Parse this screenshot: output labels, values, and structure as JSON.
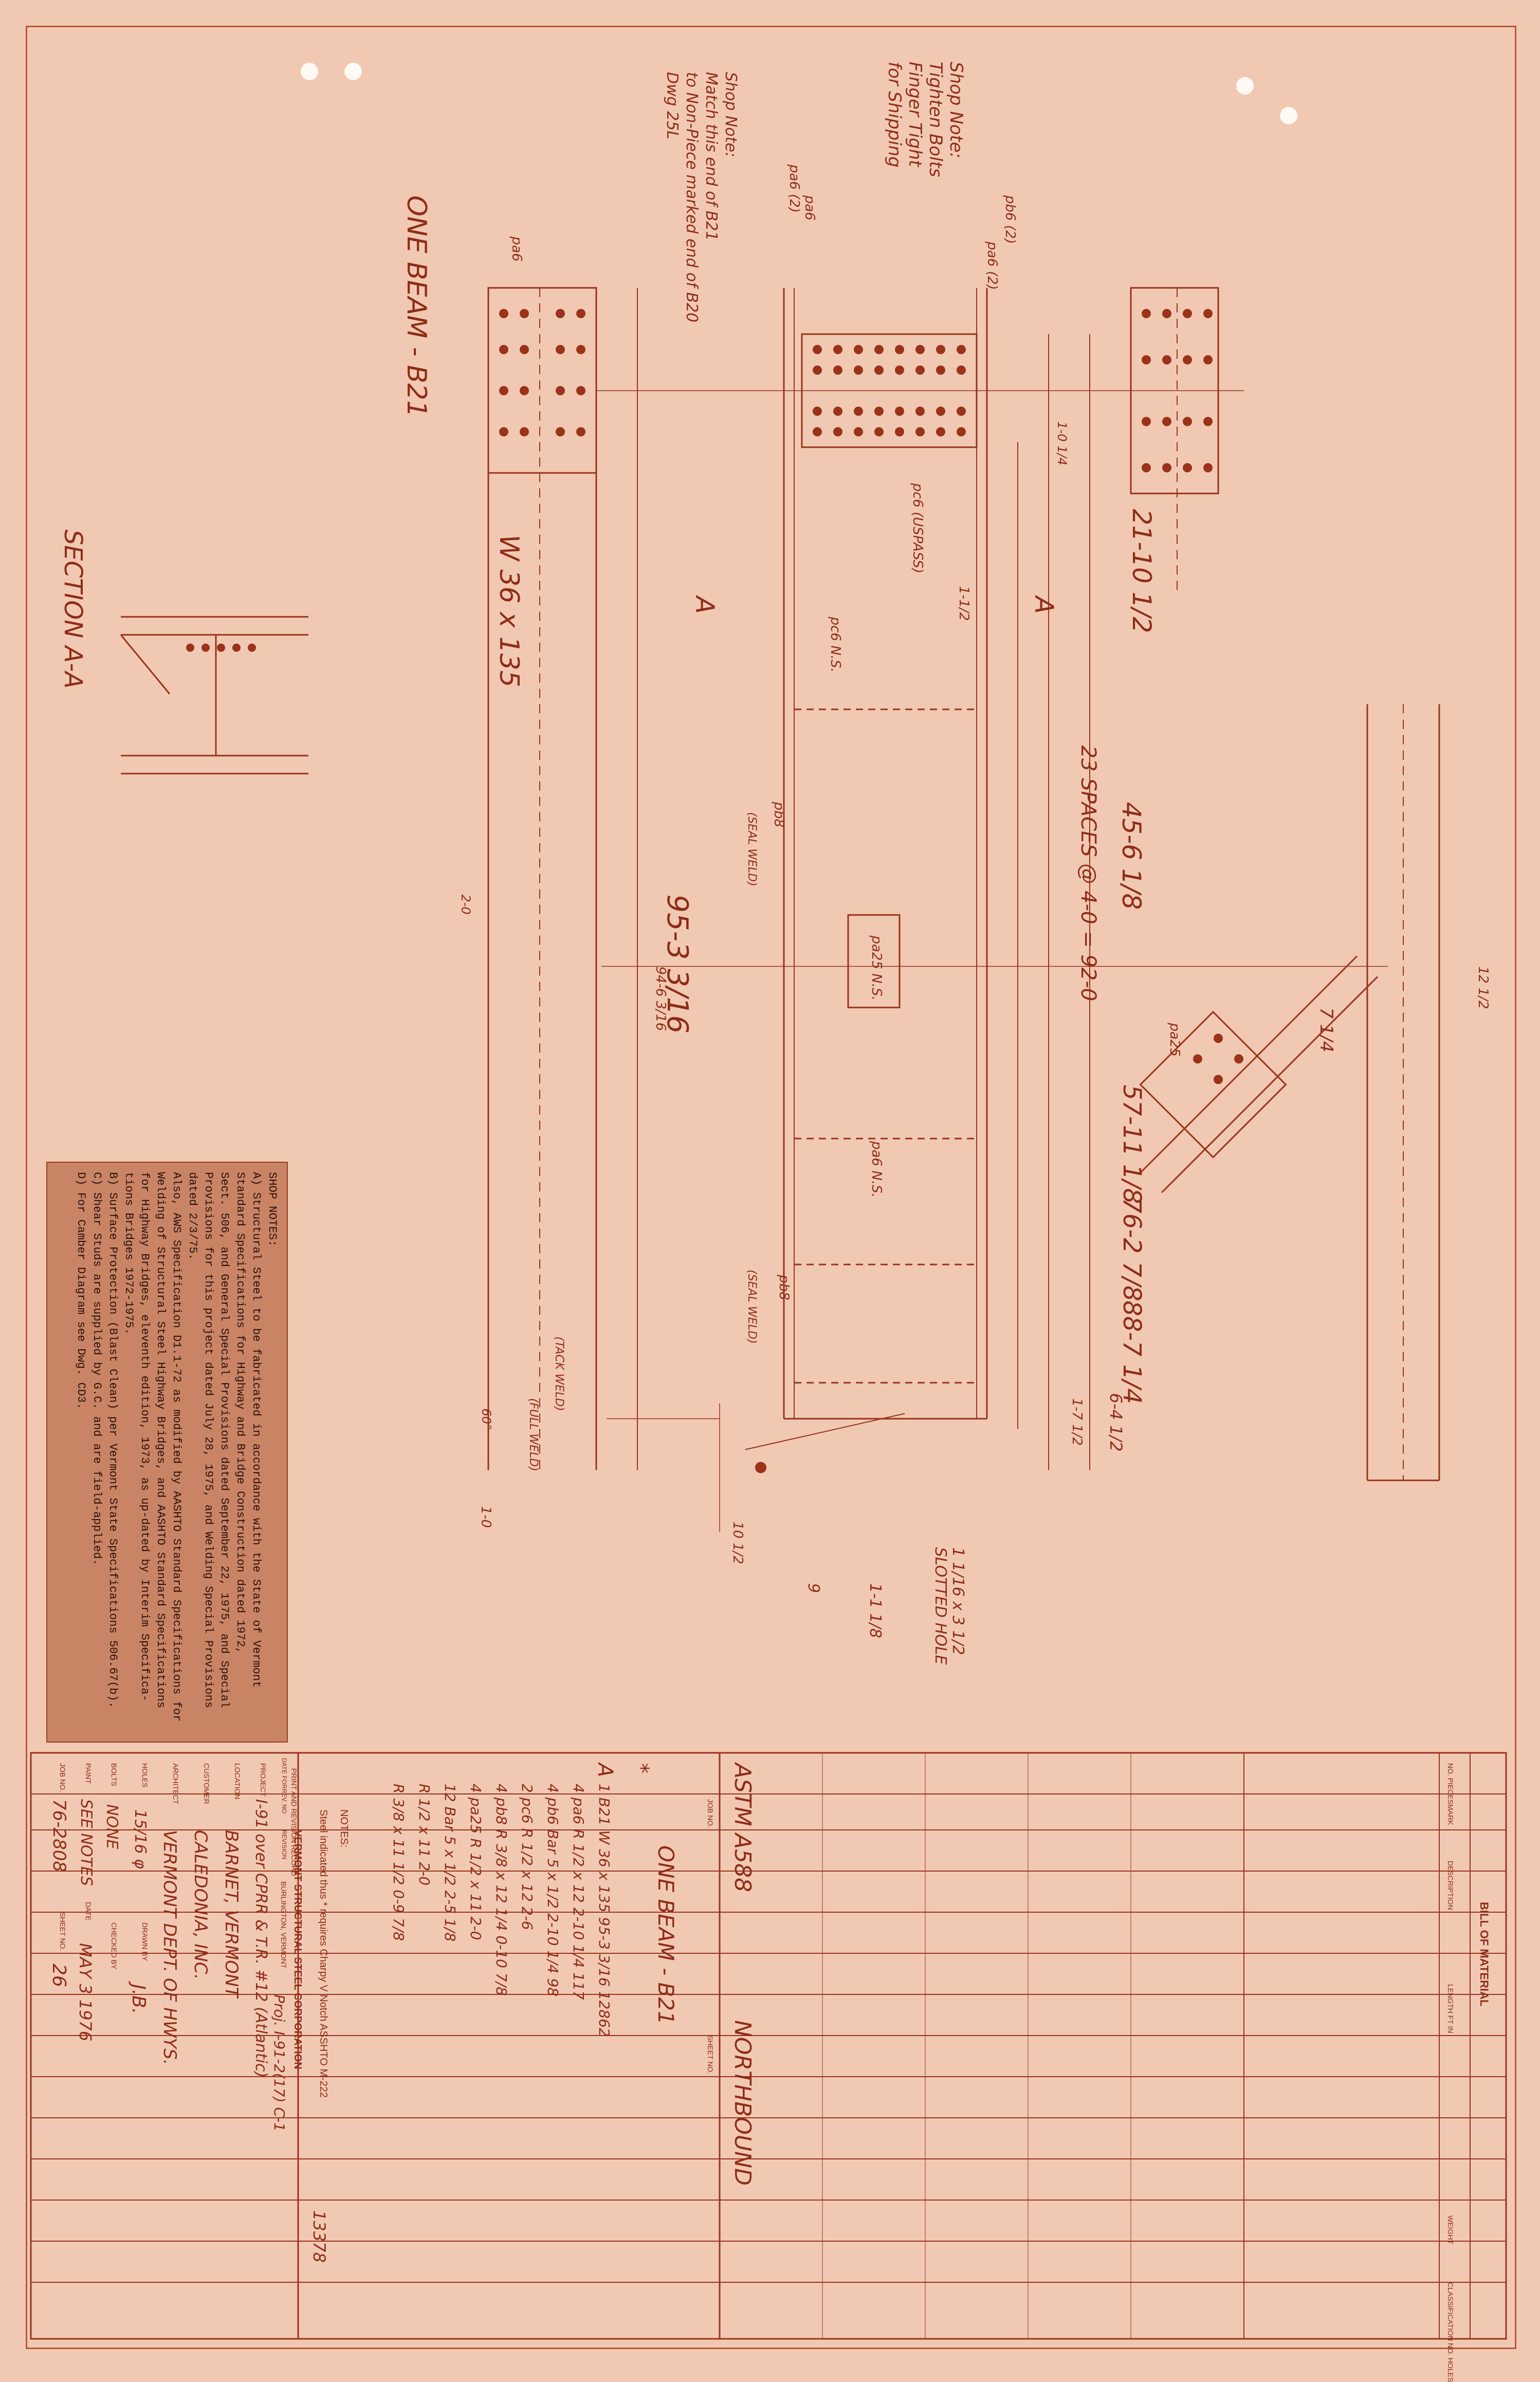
{
  "shop_notes_top": {
    "note1": [
      "Shop Note:",
      "Tighten Bolts",
      "Finger Tight",
      "for Shipping"
    ],
    "note2": [
      "Shop Note:",
      "Match this end of B21",
      "to Non-Piece marked end of B20",
      "Dwg 25L"
    ]
  },
  "member": {
    "title": "ONE BEAM - B21",
    "shape": "W 36 x 135",
    "length": "95-3 3/16",
    "sub_length": "94-6 3/16"
  },
  "section": {
    "label": "SECTION A-A"
  },
  "section_markers": [
    "A",
    "A"
  ],
  "plates": [
    "pa6",
    "pa6 (2)",
    "pb6 (2)",
    "pa6 (2)",
    "pa6",
    "pc6 (USPASS)",
    "pc6 N.S.",
    "pb8",
    "pa25 N.S.",
    "pa6 N.S.",
    "pa25",
    "pb8"
  ],
  "dims": {
    "d1": "1-0 1/4",
    "d2": "21-10 1/2",
    "d3": "45-6 1/8",
    "d4": "23 SPACES @ 4-0 = 92-0",
    "d5": "57-11 1/8",
    "d6": "76-2 7/8",
    "d7": "88-7 1/4",
    "d8": "6-4 1/2",
    "d9": "1-7 1/2",
    "d10": "1-1/2",
    "d11": "9",
    "d12": "1-1 1/8",
    "d13": "1 1/16 x 3 1/2 SLOTTED HOLE",
    "d14": "10 1/2",
    "d15": "1-0",
    "d16": "2-0",
    "d17": "60°",
    "d18": "7 1/4",
    "d19": "12 1/2"
  },
  "weld_notes": [
    "(SEAL WELD)",
    "(SEAL WELD)",
    "(TACK WELD)",
    "(FULL WELD)"
  ],
  "shop_notes_box": {
    "heading": "SHOP NOTES:",
    "lines": [
      "A) Structural Steel to be fabricated in accordance with the State of Vermont",
      "Standard Specifications for Highway and Bridge Construction dated 1972,",
      "Sect. 506, and General Special Provisions dated September 22, 1975, and Special",
      "Provisions for this project dated July 28, 1975, and Welding Special Provisions",
      "dated 2/3/75.",
      "Also, AWS Specification D1.1-72 as modified by AASHTO Standard Specifications for",
      "Welding of Structural Steel Highway Bridges, and AASHTO Standard Specifications",
      "for Highway Bridges, eleventh edition, 1973, as up-dated by Interim Specifica-",
      "tions Bridges 1972-1975.",
      "B) Surface Protection (Blast Clean) per Vermont State Specifications 506.67(b).",
      "C) Shear Studs are supplied by G.C. and are field-applied.",
      "D) For Camber Diagram see Dwg. CD3."
    ]
  },
  "bill": {
    "title": "BILL OF MATERIAL",
    "job_label": "JOB NO.",
    "sheet_label": "SHEET NO.",
    "headers": [
      "NO. PIECES",
      "MARK",
      "DESCRIPTION",
      "LENGTH FT IN",
      "WEIGHT",
      "CLASSIFICATION NO. HOLES"
    ],
    "material": "ASTM A588",
    "direction": "NORTHBOUND",
    "member_line": "ONE BEAM - B21",
    "rows": [
      {
        "no": "1",
        "mark": "B21",
        "desc": "W 36 x 135",
        "len": "95-3 3/16",
        "wt": "12862"
      },
      {
        "no": "4",
        "mark": "pa6",
        "desc": "R 1/2 x 12",
        "len": "2-10 1/4",
        "wt": "117"
      },
      {
        "no": "4",
        "mark": "pb6",
        "desc": "Bar 5 x 1/2",
        "len": "2-10 1/4",
        "wt": "98"
      },
      {
        "no": "2",
        "mark": "pc6",
        "desc": "R 1/2 x 12",
        "len": "2-6",
        "wt": ""
      },
      {
        "no": "4",
        "mark": "pb8",
        "desc": "R 3/8 x 12 1/4",
        "len": "0-10 7/8",
        "wt": ""
      },
      {
        "no": "4",
        "mark": "pa25",
        "desc": "R 1/2 x 11",
        "len": "2-0",
        "wt": ""
      },
      {
        "no": "12",
        "mark": "",
        "desc": "Bar 5 x 1/2",
        "len": "2-5 1/8",
        "wt": ""
      },
      {
        "no": "",
        "mark": "",
        "desc": "R 1/2 x 11",
        "len": "2-0",
        "wt": ""
      },
      {
        "no": "",
        "mark": "",
        "desc": "R 3/8 x 11 1/2",
        "len": "0-9 7/8",
        "wt": ""
      }
    ],
    "total": "13378",
    "marks": [
      "A",
      "*"
    ],
    "steel_note": "Steel indicated thus * requires Charpy V Notch ASSHTO M-222",
    "notes_label": "NOTES:"
  },
  "title_block": {
    "company": "VERMONT STRUCTURAL STEEL CORPORATION",
    "city": "BURLINGTON, VERMONT",
    "project_label": "PROJECT",
    "project": "I-91 over CPRR & T.R. #12 (Atlantic)",
    "project_no": "Proj. I-91-2(17) C-1",
    "location_label": "LOCATION",
    "location": "BARNET, VERMONT",
    "customer_label": "CUSTOMER",
    "customer": "CALEDONIA, INC.",
    "architect_label": "ARCHITECT",
    "architect": "VERMONT DEPT. OF HWYS.",
    "holes_label": "HOLES",
    "holes": "15/16 φ",
    "drawn_label": "DRAWN BY",
    "drawn": "J.B.",
    "bolts_label": "BOLTS",
    "bolts": "NONE",
    "paint_label": "PAINT",
    "paint": "SEE NOTES",
    "checked_label": "CHECKED BY",
    "date_label": "DATE",
    "date": "MAY 3 1976",
    "job_no_label": "JOB NO.",
    "job_no": "76-2808",
    "sheet_no_label": "SHEET NO.",
    "sheet_no": "26",
    "revision_label": "PRINT AND REVISION RECORD",
    "revision_headers": [
      "DATE FOR",
      "REV. NO",
      "REVISION"
    ]
  },
  "colors": {
    "paper": "#f1c9b3",
    "ink": "#8f2c17",
    "notebox": "#c98466"
  }
}
